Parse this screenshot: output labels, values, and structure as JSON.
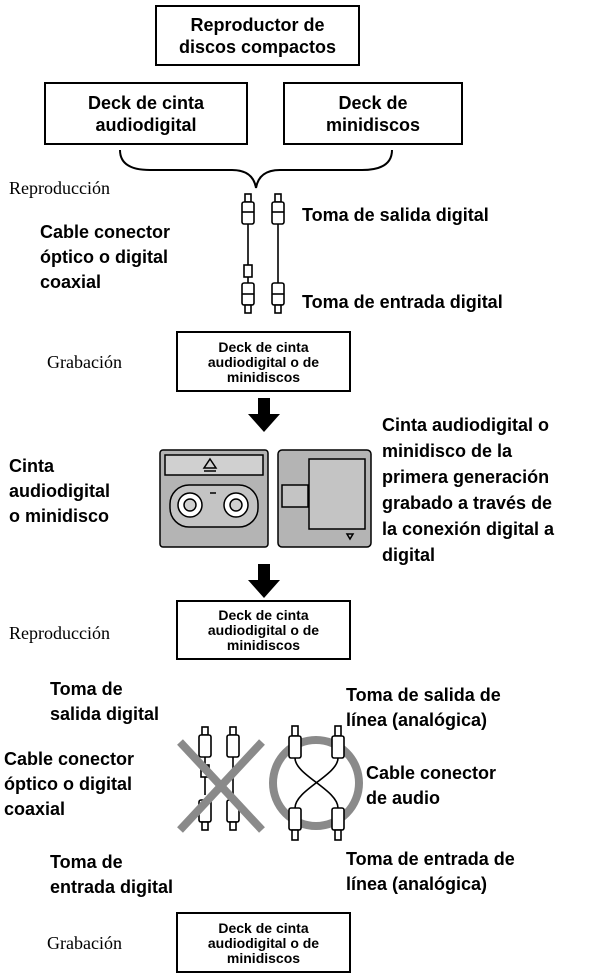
{
  "top": {
    "cd_player": [
      "Reproductor de",
      "discos compactos"
    ],
    "dat_deck": [
      "Deck de cinta",
      "audiodigital"
    ],
    "md_deck": [
      "Deck de",
      "minidiscos"
    ]
  },
  "section1": {
    "playback": "Reproducción",
    "digital_out": "Toma de salida digital",
    "cable": [
      "Cable conector",
      "óptico o digital",
      "coaxial"
    ],
    "digital_in": "Toma de entrada digital",
    "recording": "Grabación",
    "deck": [
      "Deck de cinta",
      "audiodigital o de",
      "minidiscos"
    ]
  },
  "media": {
    "left_label": [
      "Cinta",
      "audiodigital",
      "o minidisco"
    ],
    "right_label": [
      "Cinta audiodigital o",
      "minidisco de la",
      "primera generación",
      "grabado a través de",
      "la conexión digital a",
      "digital"
    ]
  },
  "section2": {
    "playback": "Reproducción",
    "deck": [
      "Deck de cinta",
      "audiodigital o de",
      "minidiscos"
    ],
    "digital_out": [
      "Toma de",
      "salida digital"
    ],
    "line_out": [
      "Toma de salida de",
      "línea (analógica)"
    ],
    "digital_cable": [
      "Cable conector",
      "óptico o digital",
      "coaxial"
    ],
    "audio_cable": [
      "Cable conector",
      "de audio"
    ],
    "digital_in": [
      "Toma de",
      "entrada digital"
    ],
    "line_in": [
      "Toma de entrada de",
      "línea (analógica)"
    ],
    "recording": "Grabación",
    "deck_bottom": [
      "Deck de cinta",
      "audiodigital o de",
      "minidiscos"
    ]
  }
}
